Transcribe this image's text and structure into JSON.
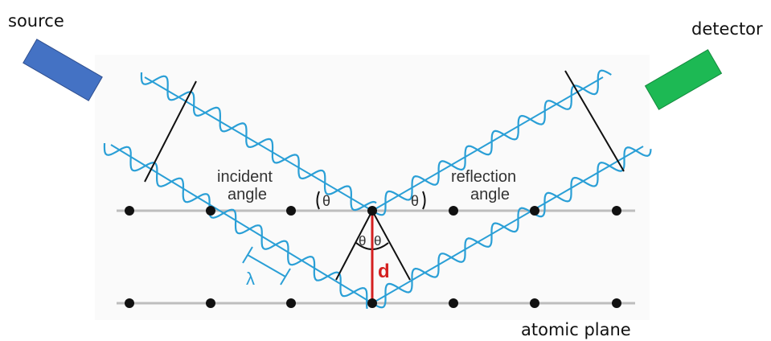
{
  "labels": {
    "source": "source",
    "detector": "detector",
    "atomic_plane": "atomic plane",
    "incident_1": "incident",
    "incident_2": "angle",
    "reflection_1": "reflection",
    "reflection_2": "angle",
    "theta": "θ",
    "wavelength": "λ",
    "spacing": "d"
  },
  "colors": {
    "source_box": "#4472c4",
    "detector_box": "#1db954",
    "wave": "#2a9fd6",
    "spacing_line": "#d42020",
    "plane_line": "#bdbdbd",
    "atom": "#111111"
  }
}
